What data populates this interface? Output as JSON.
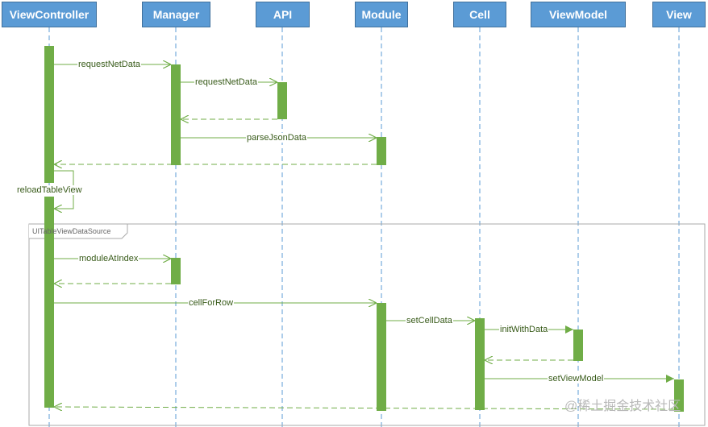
{
  "lifelines": [
    {
      "id": "vc",
      "label": "ViewController"
    },
    {
      "id": "mgr",
      "label": "Manager"
    },
    {
      "id": "api",
      "label": "API"
    },
    {
      "id": "mod",
      "label": "Module"
    },
    {
      "id": "cell",
      "label": "Cell"
    },
    {
      "id": "vm",
      "label": "ViewModel"
    },
    {
      "id": "view",
      "label": "View"
    }
  ],
  "messages": [
    {
      "from": "vc",
      "to": "mgr",
      "label": "requestNetData",
      "type": "sync"
    },
    {
      "from": "mgr",
      "to": "api",
      "label": "requestNetData",
      "type": "sync"
    },
    {
      "from": "api",
      "to": "mgr",
      "label": "",
      "type": "return"
    },
    {
      "from": "mgr",
      "to": "mod",
      "label": "parseJsonData",
      "type": "sync"
    },
    {
      "from": "mod",
      "to": "vc",
      "label": "",
      "type": "return"
    },
    {
      "from": "vc",
      "to": "vc",
      "label": "reloadTableView",
      "type": "self"
    },
    {
      "from": "vc",
      "to": "mgr",
      "label": "moduleAtIndex",
      "type": "sync"
    },
    {
      "from": "mgr",
      "to": "vc",
      "label": "",
      "type": "return"
    },
    {
      "from": "vc",
      "to": "mod",
      "label": "cellForRow",
      "type": "sync"
    },
    {
      "from": "mod",
      "to": "cell",
      "label": "setCellData",
      "type": "sync"
    },
    {
      "from": "cell",
      "to": "vm",
      "label": "initWithData",
      "type": "sync"
    },
    {
      "from": "vm",
      "to": "cell",
      "label": "",
      "type": "return"
    },
    {
      "from": "cell",
      "to": "view",
      "label": "setViewModel",
      "type": "sync"
    },
    {
      "from": "view",
      "to": "vc",
      "label": "",
      "type": "return"
    }
  ],
  "frame": {
    "label": "UITableViewDataSource"
  },
  "watermark": "@稀土掘金技术社区",
  "colors": {
    "header_fill": "#5b9bd5",
    "header_text": "#ffffff",
    "lifeline": "#5b9bd5",
    "activation": "#70ad47",
    "message": "#70ad47",
    "frame_border": "#aaaaaa"
  }
}
